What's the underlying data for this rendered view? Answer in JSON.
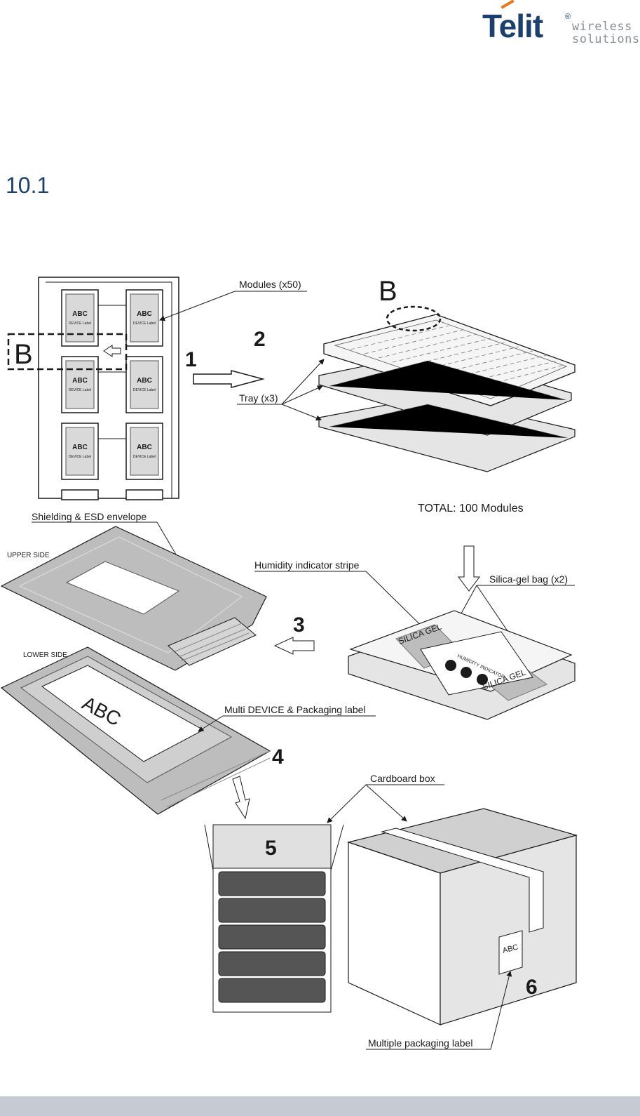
{
  "header": {
    "logo_text": "Telit",
    "logo_registered": "®",
    "logo_tagline_1": "wireless",
    "logo_tagline_2": "solutions"
  },
  "section": {
    "number": "10.1"
  },
  "figure": {
    "module_label": "ABC",
    "module_sublabel": "DEVICE Label",
    "callouts": {
      "modules": "Modules (x50)",
      "tray": "Tray (x3)",
      "total": "TOTAL: 100 Modules",
      "shielding": "Shielding & ESD envelope",
      "upper_side": "UPPER SIDE",
      "lower_side": "LOWER SIDE",
      "humidity": "Humidity indicator stripe",
      "silica": "Silica-gel bag (x2)",
      "multi_label": "Multi DEVICE & Packaging label",
      "cardboard": "Cardboard box",
      "multiple_label": "Multiple packaging label",
      "silica_gel_text": "SILICA GEL",
      "humidity_indicator_text": "HUMIDITY INDICATOR",
      "envelope_label": "ABC",
      "box_label": "ABC"
    },
    "detail_marker": "B",
    "steps": [
      "1",
      "2",
      "3",
      "4",
      "5",
      "6"
    ]
  }
}
